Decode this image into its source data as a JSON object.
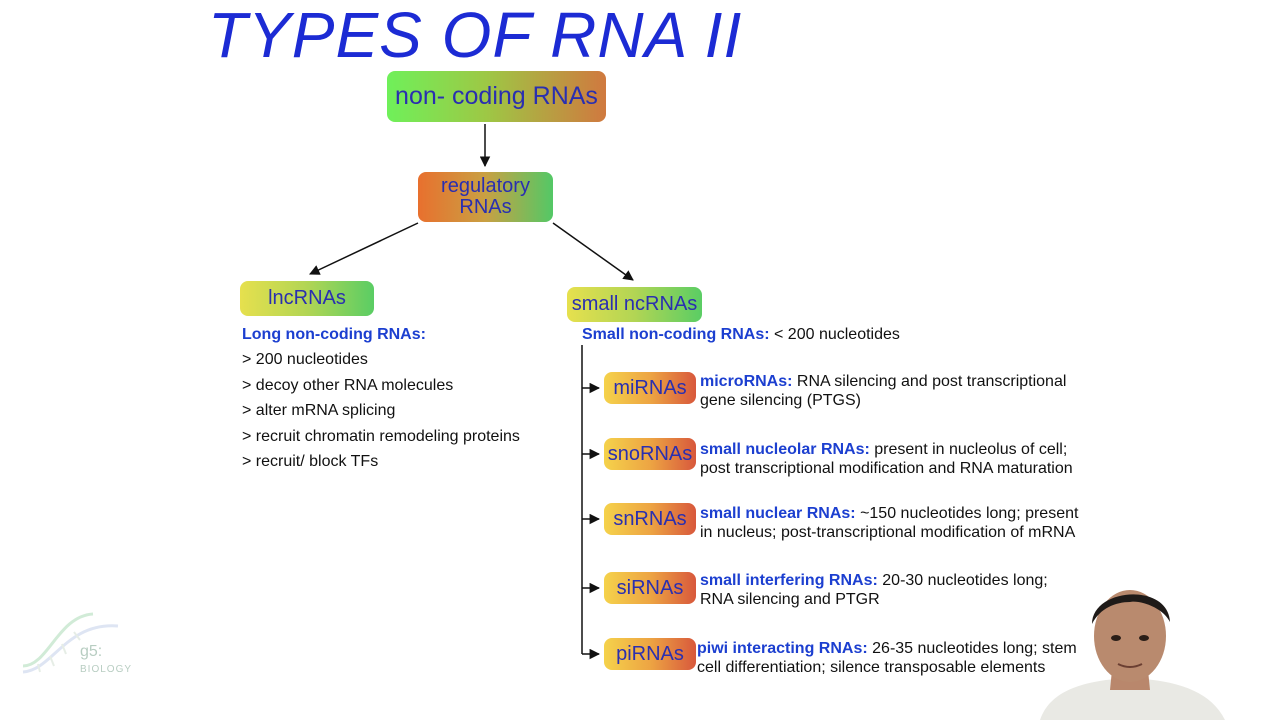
{
  "title": "TYPES OF RNA II",
  "nodes": {
    "noncoding": "non- coding RNAs",
    "regulatory": "regulatory RNAs",
    "lnc": "lncRNAs",
    "small": "small ncRNAs"
  },
  "lnc_info": {
    "heading": "Long non-coding RNAs:",
    "items": [
      "> 200 nucleotides",
      "> decoy other RNA molecules",
      "> alter mRNA splicing",
      "> recruit chromatin remodeling proteins",
      "> recruit/ block TFs"
    ]
  },
  "small_info": {
    "heading_term": "Small non-coding RNAs:",
    "heading_text": "< 200 nucleotides"
  },
  "subtypes": [
    {
      "label": "miRNAs",
      "term": "microRNAs:",
      "desc": "RNA silencing and post transcriptional gene silencing (PTGS)"
    },
    {
      "label": "snoRNAs",
      "term": "small nucleolar RNAs:",
      "desc": "present in nucleolus of cell; post transcriptional modification and RNA maturation"
    },
    {
      "label": "snRNAs",
      "term": "small nuclear RNAs:",
      "desc": "~150 nucleotides long; present in nucleus; post-transcriptional modification of mRNA"
    },
    {
      "label": "siRNAs",
      "term": "small interfering RNAs:",
      "desc": "20-30 nucleotides long; RNA silencing and PTGR"
    },
    {
      "label": "piRNAs",
      "term": "piwi interacting RNAs:",
      "desc": "26-35 nucleotides long; stem cell differentiation; silence transposable elements"
    }
  ],
  "logo": {
    "text": "g5:",
    "sub": "BIOLOGY"
  },
  "colors": {
    "title": "#1c2bd4",
    "term": "#1c3fd0",
    "node_text": "#2a2fb0"
  }
}
